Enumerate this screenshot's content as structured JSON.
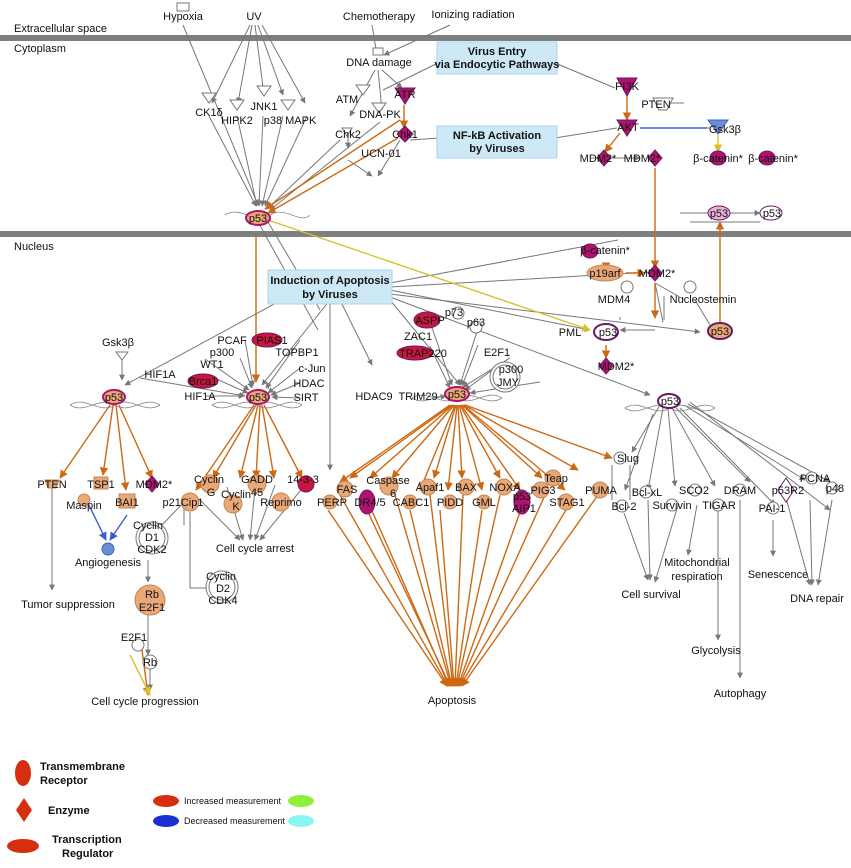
{
  "compartments": {
    "extracellular": "Extracellular space",
    "cytoplasm": "Cytoplasm",
    "nucleus": "Nucleus"
  },
  "boxes": {
    "virus_entry": [
      "Virus Entry",
      "via Endocytic Pathways"
    ],
    "nfkb": [
      "NF-kB Activation",
      "by Viruses"
    ],
    "apoptosis_induction": [
      "Induction of Apoptosis",
      "by Viruses"
    ]
  },
  "labels": {
    "hypoxia": "Hypoxia",
    "uv": "UV",
    "chemotherapy": "Chemotherapy",
    "ionizing_radiation": "Ionizing radiation",
    "dna_damage": "DNA damage",
    "ck1d": "CK1δ",
    "hipk2": "HIPK2",
    "jnk1": "JNK1",
    "p38mapk": "p38 MAPK",
    "atm": "ATM",
    "atr": "ATR",
    "dnapk": "DNA-PK",
    "chk2": "Chk2",
    "chk1": "Chk1",
    "ucn01": "UCN-01",
    "pi3k": "PI3K",
    "pten_top": "PTEN",
    "akt": "AKT",
    "gsk3b_top": "Gsk3β",
    "mdm2_a": "MDM2*",
    "mdm2_b": "MDM2*",
    "bcat_a": "β-catenin*",
    "bcat_b": "β-catenin*",
    "p53_cyto": "p53",
    "p53_r1": "p53",
    "p53_r2": "p53",
    "bcat_nuc": "β-catenin*",
    "p19arf": "p19arf",
    "mdm2_nuc": "MDM2*",
    "mdm4": "MDM4",
    "nucleostemin": "Nucleostemin",
    "pml": "PML",
    "p53_pml": "p53",
    "p53_right": "p53",
    "mdm2_low": "MDM2*",
    "gsk3b_left": "Gsk3β",
    "hif1a_a": "HIF1A",
    "pcaf": "PCAF",
    "pias1": "PIAS1",
    "p300_a": "p300",
    "wt1": "WT1",
    "brca1": "Brca1",
    "hif1a_b": "HIF1A",
    "topbp1": "TOPBP1",
    "cjun": "c-Jun",
    "hdac": "HDAC",
    "sirt": "SIRT",
    "aspp": "ASPP",
    "p73": "p73",
    "p63": "p63",
    "zac1": "ZAC1",
    "e2f1_top": "E2F1",
    "trap220": "TRAP220",
    "p300_b": "p300",
    "jmy": "JMY",
    "hdac9": "HDAC9",
    "trim29": "TRIM29",
    "p53_n1": "p53",
    "p53_n2": "p53",
    "p53_n3": "p53",
    "p53_n4": "p53",
    "pten_low": "PTEN",
    "tsp1": "TSP1",
    "mdm2_low2": "MDM2*",
    "maspin": "Maspin",
    "bai1": "BAI1",
    "angiogenesis": "Angiogenesis",
    "tumor_suppression": "Tumor suppression",
    "cyclin_g": [
      "Cyclin",
      "G"
    ],
    "gadd45": [
      "GADD",
      "45"
    ],
    "p1433": "14-3-3",
    "p21": "p21Cip1",
    "cyclin_k": [
      "Cyclin",
      "K"
    ],
    "reprimo": "Reprimo",
    "cell_cycle_arrest": "Cell cycle arrest",
    "cyclin_d1": [
      "Cyclin",
      "D1",
      "CDK2"
    ],
    "cyclin_d2": [
      "Cyclin",
      "D2",
      "CDK4"
    ],
    "rb_e2f1": [
      "Rb",
      "E2F1"
    ],
    "e2f1_low": "E2F1",
    "rb": "Rb",
    "cell_cycle_progression": "Cell cycle progression",
    "fas": "FAS",
    "caspase6": [
      "Caspase",
      "6"
    ],
    "perp": "PERP",
    "dr45": "DR4/5",
    "apaf1": "Apaf1",
    "cabc1": "CABC1",
    "bax": "BAX",
    "pidd": "PIDD",
    "noxa": "NOXA",
    "gml": "GML",
    "p53aip1": [
      "p53",
      "AIP1"
    ],
    "teap": "Teap",
    "pig3": "PIG3",
    "stag1": "STAG1",
    "puma": "PUMA",
    "apoptosis": "Apoptosis",
    "slug": "Slug",
    "bclxl": "Bcl-xL",
    "bcl2": "Bcl-2",
    "survivin": "Survivin",
    "sco2": "SCO2",
    "tigar": "TIGAR",
    "dram": "DRAM",
    "p53r2": "p53R2",
    "pai1": "PAI-1",
    "pcna": "PCNA",
    "p48": "p48",
    "cell_survival": "Cell survival",
    "mito_resp": [
      "Mitochondrial",
      "respiration"
    ],
    "glycolysis": "Glycolysis",
    "senescence": "Senescence",
    "dna_repair": "DNA repair",
    "autophagy": "Autophagy"
  },
  "legend": {
    "transmembrane": [
      "Transmembrane",
      "Receptor"
    ],
    "enzyme": "Enzyme",
    "transcription": [
      "Transcription",
      "Regulator"
    ],
    "increased": "Increased measurement",
    "decreased": "Decreased measurement"
  },
  "colors": {
    "membrane": "#7f7f7f",
    "box_fill": "#cde9f7",
    "magenta": "#b0136f",
    "magenta_stroke": "#6a1a66",
    "orange_node": "#e9a877",
    "orange_edge": "#cc6a14",
    "yellow_edge": "#d9c12d",
    "blue_edge": "#3b5fc7",
    "gray_edge": "#777777",
    "legend_red": "#d62f0f",
    "legend_blue": "#1a2fd0",
    "legend_green": "#8ff03b",
    "legend_cyan": "#8df4f4"
  }
}
